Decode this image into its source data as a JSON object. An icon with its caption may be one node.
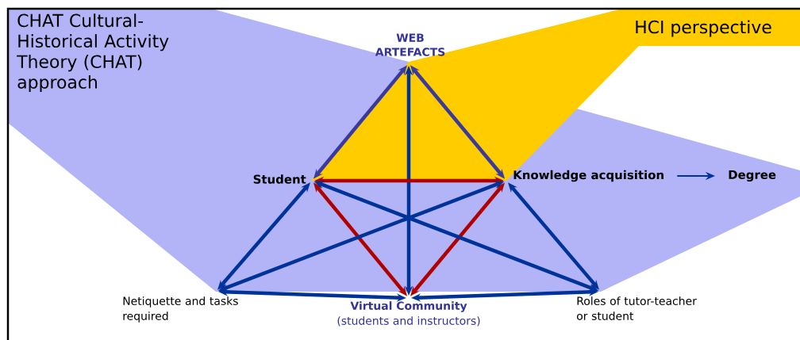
{
  "diagram": {
    "nodes": [
      {
        "text": [
          "WEB ARTEFACTS"
        ]
      },
      {
        "text": [
          "Student"
        ]
      },
      {
        "text": [
          "Knowledge acquisition"
        ]
      },
      {
        "text": [
          "Degree"
        ]
      },
      {
        "text": [
          "Netiquette and tasks required"
        ]
      },
      {
        "text": [
          "Virtual Community",
          "(students and instructors)"
        ]
      },
      {
        "text": [
          "Roles of tutor-teacher or student"
        ]
      }
    ],
    "edges": [
      {
        "from": 1,
        "to": 0,
        "arrow": "both",
        "color": "#3a3a9e"
      },
      {
        "from": 2,
        "to": 0,
        "arrow": "both",
        "color": "#3a3a9e"
      },
      {
        "from": 5,
        "to": 0,
        "arrow": "both"
      },
      {
        "from": 1,
        "to": 2,
        "arrow": "both",
        "color": "#b00000"
      },
      {
        "from": 1,
        "to": 5,
        "arrow": "both",
        "color": "#b00000"
      },
      {
        "from": 2,
        "to": 5,
        "arrow": "both",
        "color": "#b00000"
      },
      {
        "from": 4,
        "to": 1,
        "arrow": "both"
      },
      {
        "from": 4,
        "to": 2,
        "arrow": "both"
      },
      {
        "from": 6,
        "to": 1,
        "arrow": "both"
      },
      {
        "from": 6,
        "to": 2,
        "arrow": "both"
      },
      {
        "from": 4,
        "to": 5,
        "arrow": "both"
      },
      {
        "from": 5,
        "to": 6,
        "arrow": "both"
      },
      {
        "from": 2,
        "to": 3,
        "arrow": "to"
      }
    ],
    "labels": [
      "CHAT Cultural-Historical Activity Theory (CHAT) approach",
      "HCI perspective"
    ]
  }
}
